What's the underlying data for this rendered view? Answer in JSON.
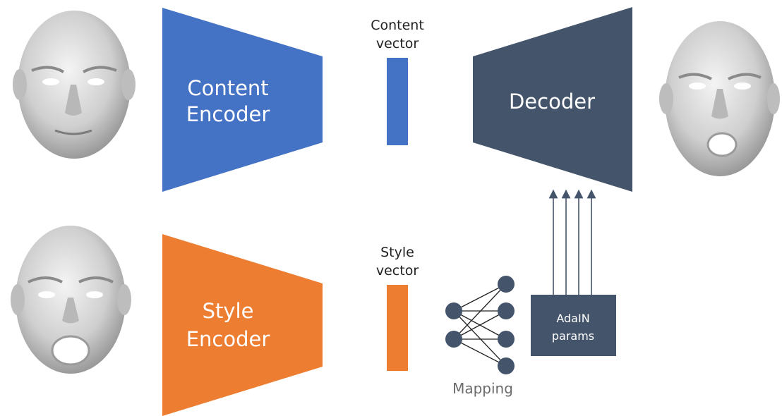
{
  "content_encoder": {
    "line1": "Content",
    "line2": "Encoder",
    "color": "#4472C4"
  },
  "style_encoder": {
    "line1": "Style",
    "line2": "Encoder",
    "color": "#ED7D31"
  },
  "decoder": {
    "label": "Decoder",
    "color": "#44546A"
  },
  "content_vector": {
    "line1": "Content",
    "line2": "vector",
    "color": "#4472C4"
  },
  "style_vector": {
    "line1": "Style",
    "line2": "vector",
    "color": "#ED7D31"
  },
  "mapping": {
    "label": "Mapping",
    "node_color": "#44546A"
  },
  "adain": {
    "line1": "AdaIN",
    "line2": "params",
    "color": "#44546A"
  },
  "faces": {
    "content_face": "neutral-face-mesh",
    "style_face": "open-mouth-face-mesh",
    "output_face": "open-mouth-face-mesh"
  }
}
